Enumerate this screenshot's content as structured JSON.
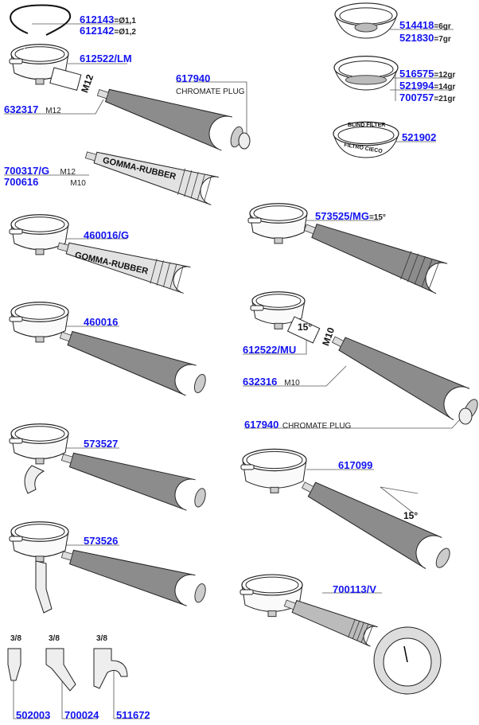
{
  "parts": {
    "ring_a": {
      "code": "612143",
      "suffix": "=Ø1,1"
    },
    "ring_b": {
      "code": "612142",
      "suffix": "=Ø1,2"
    },
    "body_lm": {
      "code": "612522/LM",
      "thread": "M12"
    },
    "plug_top": {
      "code": "617940",
      "note": "CHROMATE PLUG"
    },
    "handle_m12": {
      "code": "632317",
      "note": "M12"
    },
    "rubber_a": {
      "code": "700317/G",
      "note": "M12"
    },
    "rubber_b": {
      "code": "700616",
      "note": "M10"
    },
    "rubber_text": "GOMMA-RUBBER",
    "pf_460016g": {
      "code": "460016/G"
    },
    "pf_460016": {
      "code": "460016"
    },
    "pf_573527": {
      "code": "573527"
    },
    "pf_573526": {
      "code": "573526"
    },
    "spout_a": {
      "code": "502003",
      "size": "3/8"
    },
    "spout_b": {
      "code": "700024",
      "size": "3/8"
    },
    "spout_c": {
      "code": "511672",
      "size": "3/8"
    },
    "filter_6": {
      "code": "514418",
      "suffix": "=6gr"
    },
    "filter_7": {
      "code": "521830",
      "suffix": "=7gr"
    },
    "filter_12": {
      "code": "516575",
      "suffix": "=12gr"
    },
    "filter_14": {
      "code": "521994",
      "suffix": "=14gr"
    },
    "filter_21": {
      "code": "700757",
      "suffix": "=21gr"
    },
    "blind": {
      "code": "521902",
      "text_top": "BLIND FILTER",
      "text_bottom": "FILTRO CIECO"
    },
    "pf_573525mg": {
      "code": "573525/MG",
      "suffix": "=15°"
    },
    "body_mu": {
      "code": "612522/MU",
      "angle": "15°",
      "thread": "M10"
    },
    "handle_m10": {
      "code": "632316",
      "note": "M10"
    },
    "plug_bottom": {
      "code": "617940",
      "note": "CHROMATE PLUG"
    },
    "pf_617099": {
      "code": "617099",
      "angle": "15°"
    },
    "pf_700113v": {
      "code": "700113/V"
    }
  },
  "colors": {
    "label": "#1414f0",
    "handle": "#8c8c8c",
    "rubber": "#e2e2e2"
  }
}
